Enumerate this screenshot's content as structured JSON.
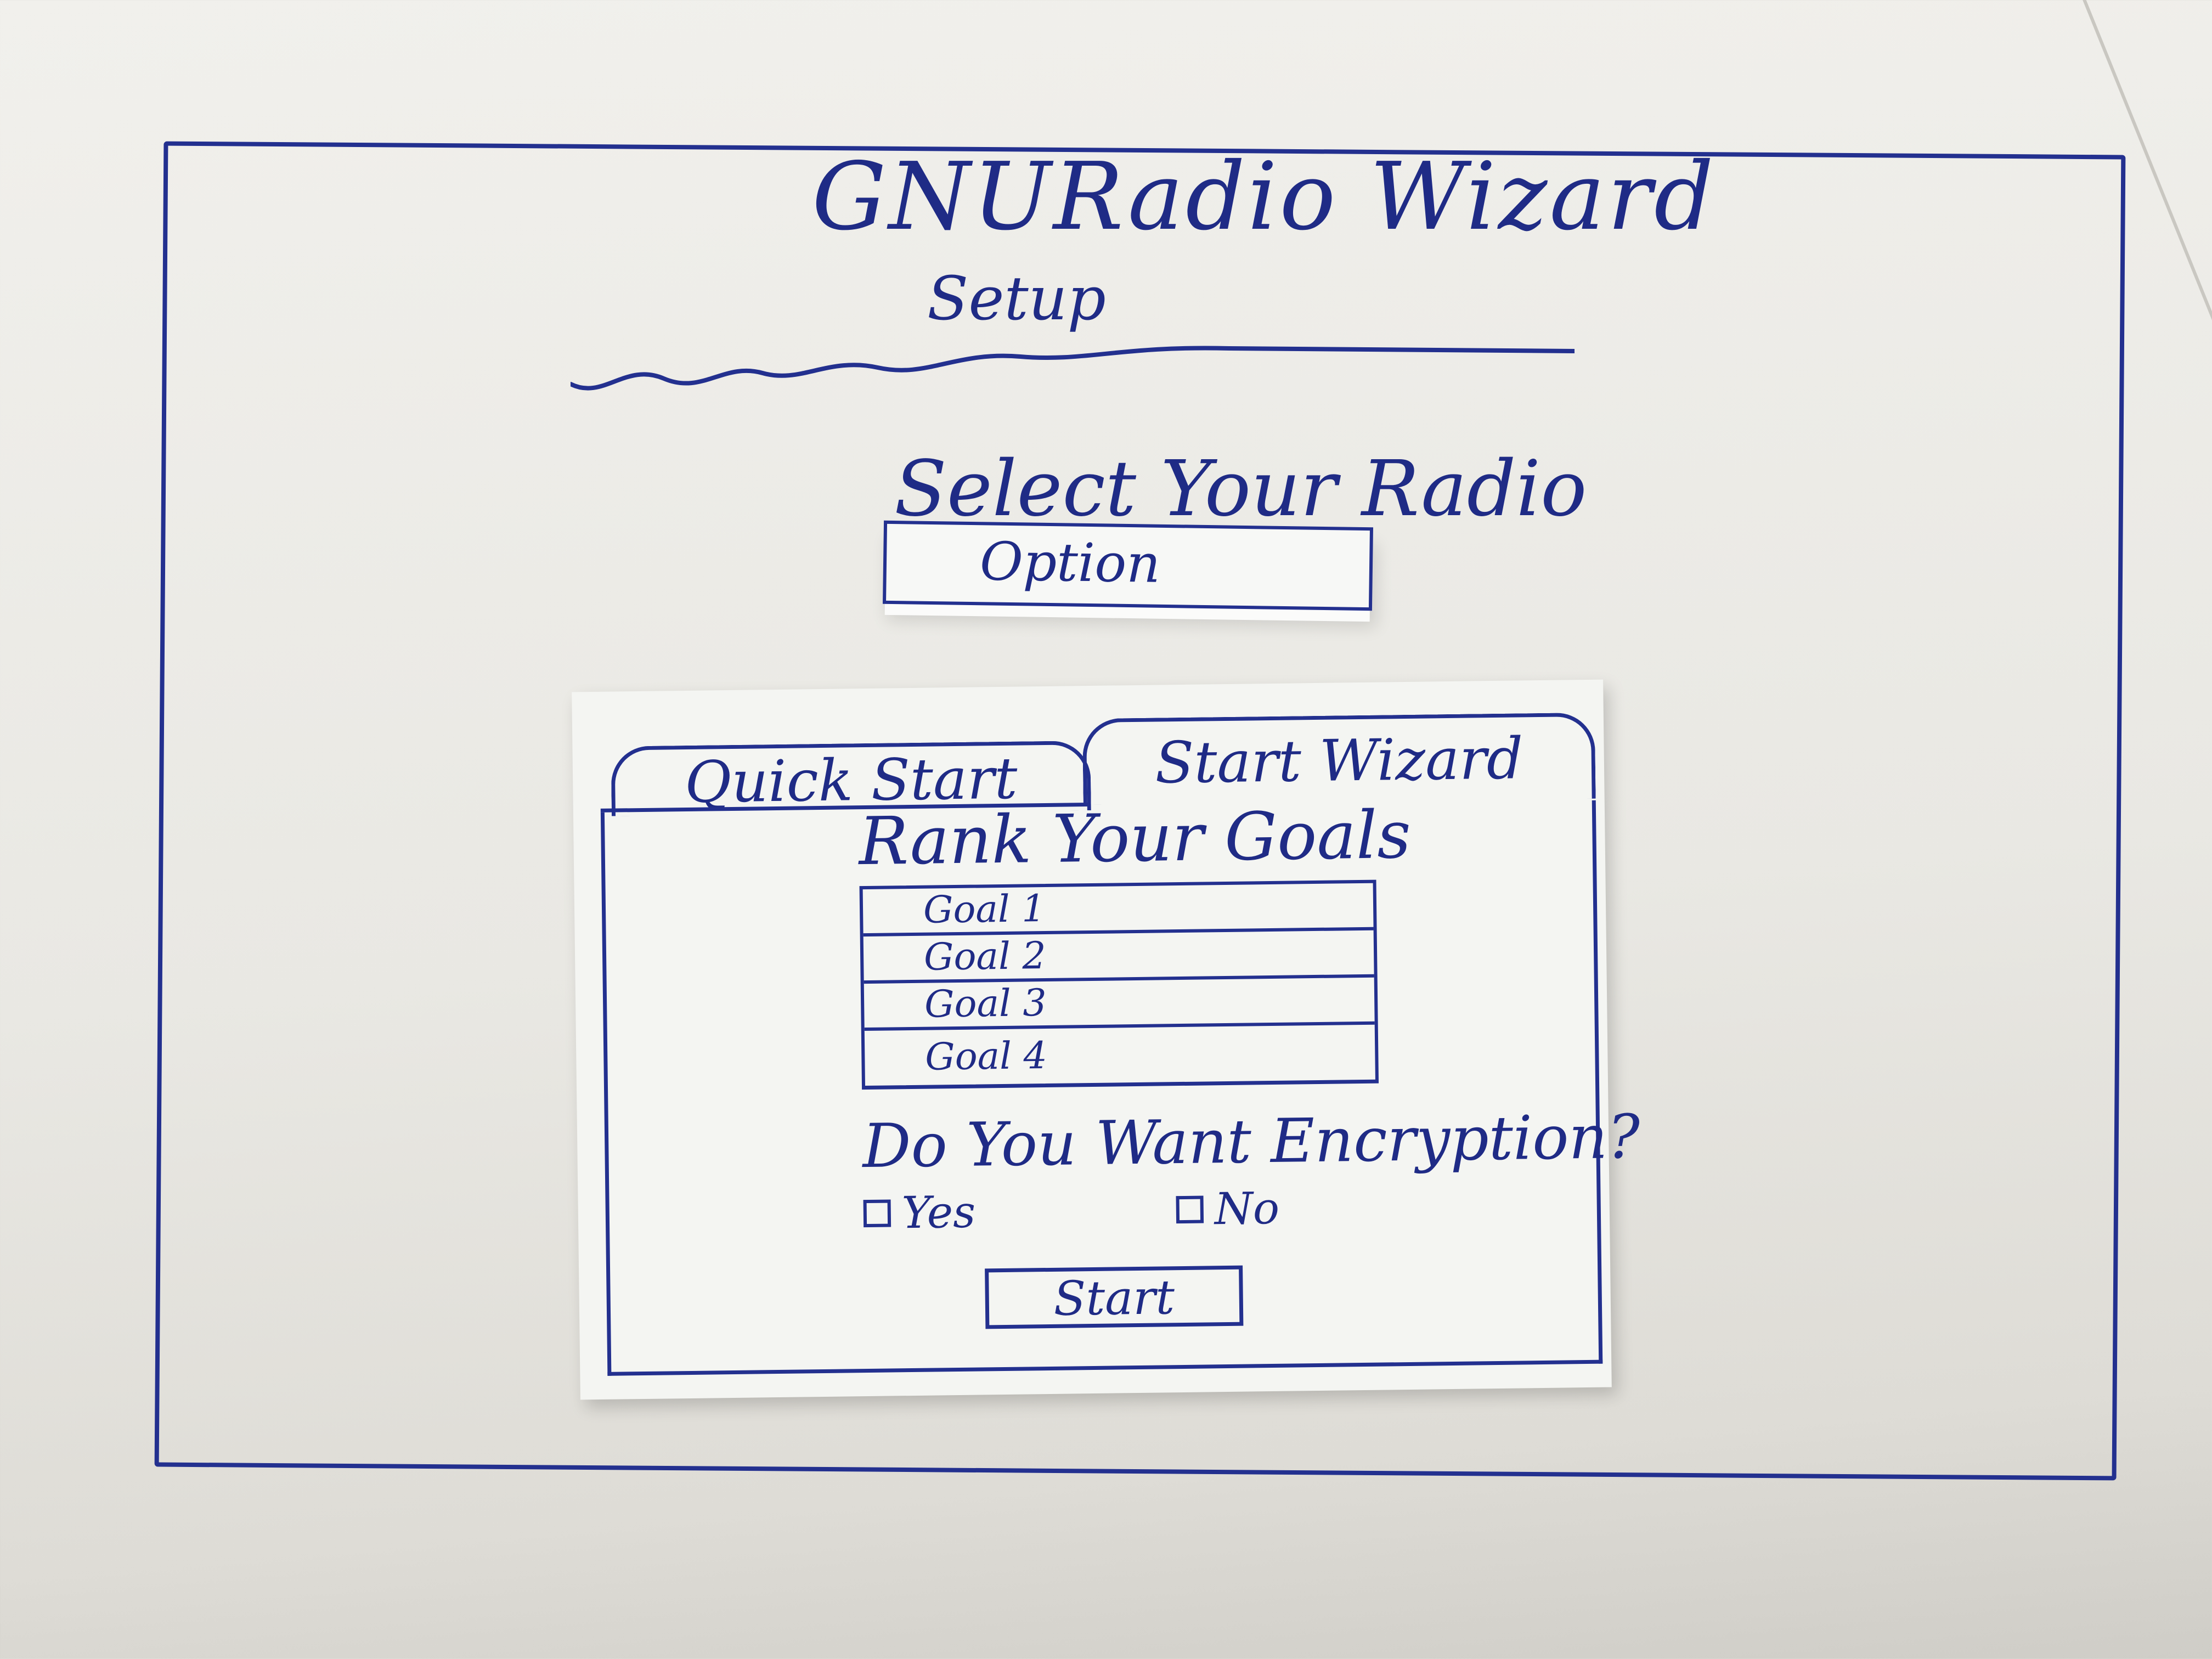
{
  "header": {
    "title": "GNURadio Wizard",
    "subtitle": "Setup"
  },
  "radio_select": {
    "label": "Select Your Radio",
    "selected": "Option"
  },
  "tabs": [
    {
      "label": "Quick Start"
    },
    {
      "label": "Start Wizard"
    }
  ],
  "wizard": {
    "rank_title": "Rank Your Goals",
    "goals": [
      "Goal 1",
      "Goal 2",
      "Goal 3",
      "Goal 4"
    ],
    "encryption_question": "Do You Want Encryption?",
    "options": {
      "yes": "Yes",
      "no": "No"
    },
    "start_label": "Start"
  },
  "colors": {
    "ink": "#23308f",
    "paper": "#f4f5f2"
  }
}
